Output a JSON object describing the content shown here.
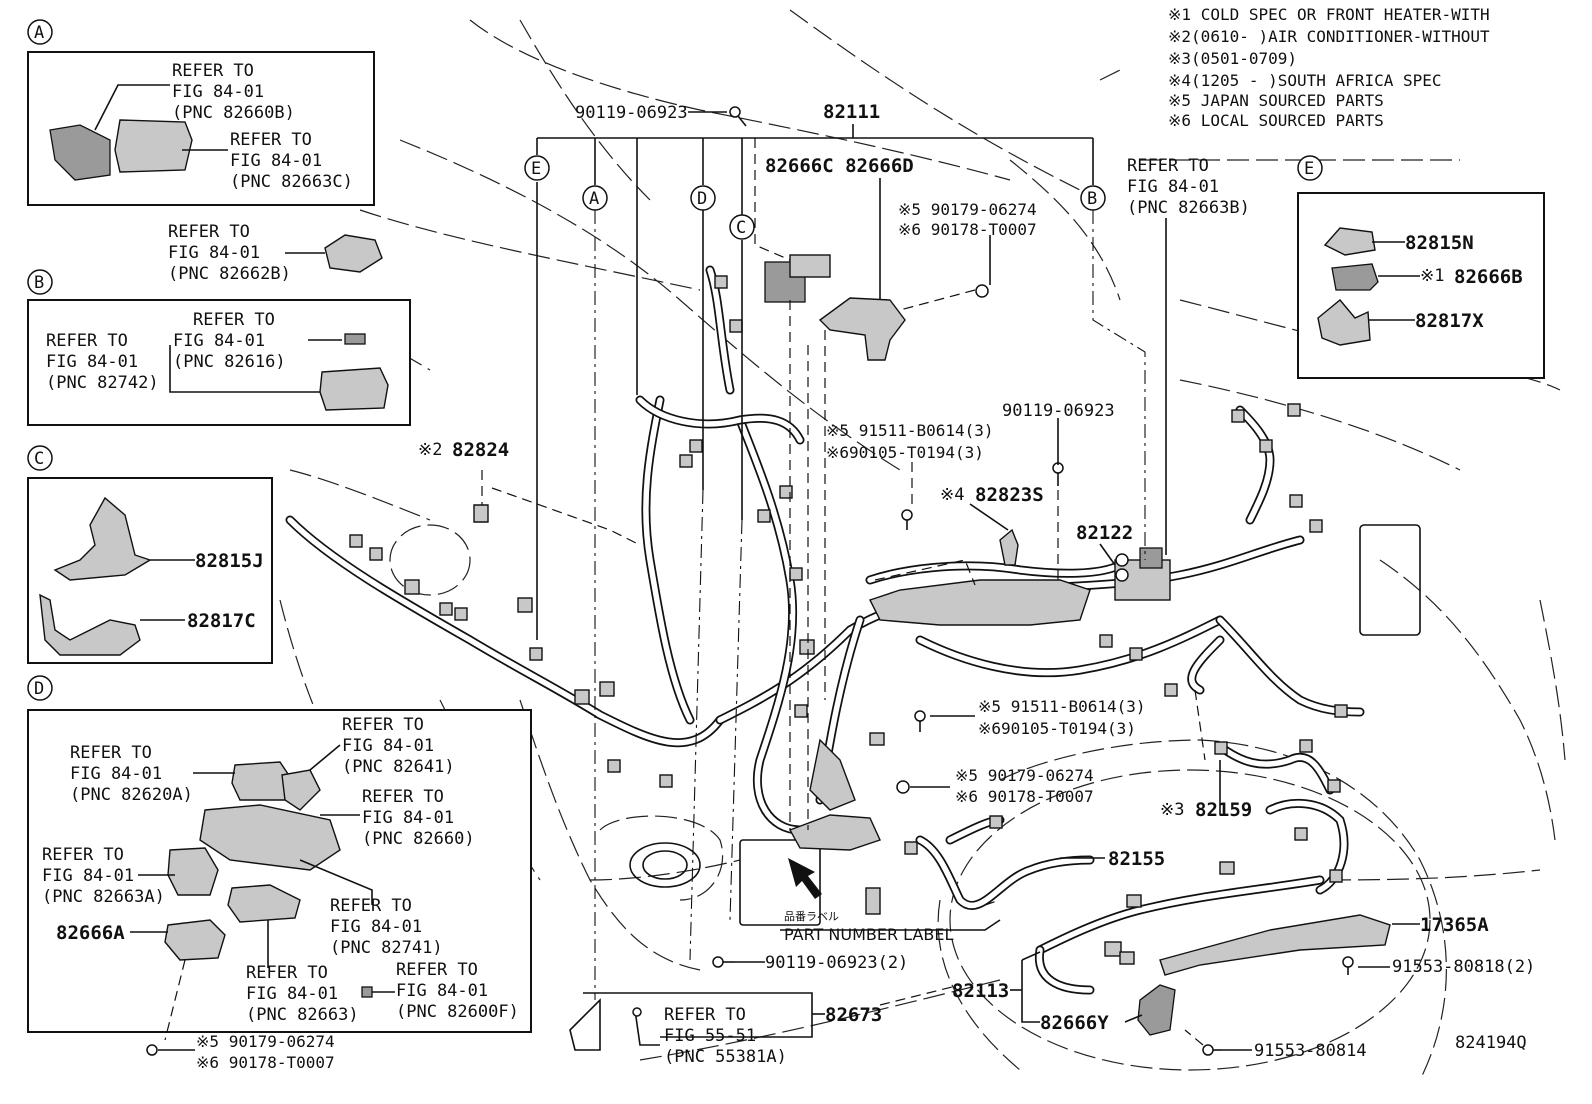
{
  "diagram_id": "824194Q",
  "notes": [
    {
      "mark": "※1",
      "text": "COLD SPEC OR FRONT HEATER-WITH"
    },
    {
      "mark": "※2",
      "text": "(0610-        )AIR CONDITIONER-WITHOUT"
    },
    {
      "mark": "※3",
      "text": "(0501-0709)"
    },
    {
      "mark": "※4",
      "text": "(1205 -      )SOUTH AFRICA SPEC"
    },
    {
      "mark": "※5",
      "text": "JAPAN SOURCED PARTS"
    },
    {
      "mark": "※6",
      "text": "LOCAL SOURCED PARTS"
    }
  ],
  "refer": {
    "a1": {
      "line1": "REFER TO",
      "line2": "FIG 84-01",
      "line3": "(PNC 82660B)"
    },
    "a2": {
      "line1": "REFER TO",
      "line2": "FIG 84-01",
      "line3": "(PNC 82663C)"
    },
    "r82662b": {
      "line1": "REFER TO",
      "line2": "FIG 84-01",
      "line3": "(PNC 82662B)"
    },
    "b1": {
      "line1": "REFER TO",
      "line2": "FIG 84-01",
      "line3": "(PNC 82742)"
    },
    "b2": {
      "line1": "REFER TO",
      "line2": "FIG 84-01",
      "line3": "(PNC 82616)"
    },
    "d1": {
      "line1": "REFER TO",
      "line2": "FIG 84-01",
      "line3": "(PNC 82620A)"
    },
    "d2": {
      "line1": "REFER TO",
      "line2": "FIG 84-01",
      "line3": "(PNC 82641)"
    },
    "d3": {
      "line1": "REFER TO",
      "line2": "FIG 84-01",
      "line3": "(PNC 82660)"
    },
    "d4": {
      "line1": "REFER TO",
      "line2": "FIG 84-01",
      "line3": "(PNC 82663A)"
    },
    "d5": {
      "line1": "REFER TO",
      "line2": "FIG 84-01",
      "line3": "(PNC 82741)"
    },
    "d6": {
      "line1": "REFER TO",
      "line2": "FIG 84-01",
      "line3": "(PNC 82663)"
    },
    "d7": {
      "line1": "REFER TO",
      "line2": "FIG 84-01",
      "line3": "(PNC 82600F)"
    },
    "r82663b": {
      "line1": "REFER TO",
      "line2": "FIG 84-01",
      "line3": "(PNC 82663B)"
    },
    "r55381a": {
      "line1": "REFER TO",
      "line2": "FIG 55-51",
      "line3": "(PNC 55381A)"
    }
  },
  "detail_letters": {
    "a": "A",
    "b": "B",
    "c": "C",
    "d": "D",
    "e": "E"
  },
  "parts": {
    "p82111": "82111",
    "p90119_top": "90119-06923",
    "p82666cd": "82666C 82666D",
    "p90179_a": {
      "mark5": "※5",
      "num5": "90179-06274",
      "mark6": "※6",
      "num6": "90178-T0007"
    },
    "p82824": {
      "mark": "※2",
      "num": "82824"
    },
    "p91511_a": {
      "mark5": "※5",
      "num5": "91511-B0614(3)",
      "mark6": "※6",
      "num6": "90105-T0194(3)"
    },
    "p90119_mid": "90119-06923",
    "p82823s": {
      "mark": "※4",
      "num": "82823S"
    },
    "p82122": "82122",
    "p91511_b": {
      "mark5": "※5",
      "num5": "91511-B0614(3)",
      "mark6": "※6",
      "num6": "90105-T0194(3)"
    },
    "p90179_b": {
      "mark5": "※5",
      "num5": "90179-06274",
      "mark6": "※6",
      "num6": "90178-T0007"
    },
    "p82159": {
      "mark": "※3",
      "num": "82159"
    },
    "p82155": "82155",
    "p17365a": "17365A",
    "p91553_2": "91553-80818(2)",
    "p91553": "91553-80814",
    "p82113": "82113",
    "p82666y": "82666Y",
    "p82673": "82673",
    "p90119_2": "90119-06923(2)",
    "p82815j": "82815J",
    "p82817c": "82817C",
    "p82666a": "82666A",
    "p82815n": "82815N",
    "p82666b": {
      "mark": "※1",
      "num": "82666B"
    },
    "p82817x": "82817X",
    "p90179_d": {
      "mark5": "※5",
      "num5": "90179-06274",
      "mark6": "※6",
      "num6": "90178-T0007"
    }
  },
  "part_number_label": {
    "jp": "品番ラベル",
    "en": "PART NUMBER LABEL"
  }
}
